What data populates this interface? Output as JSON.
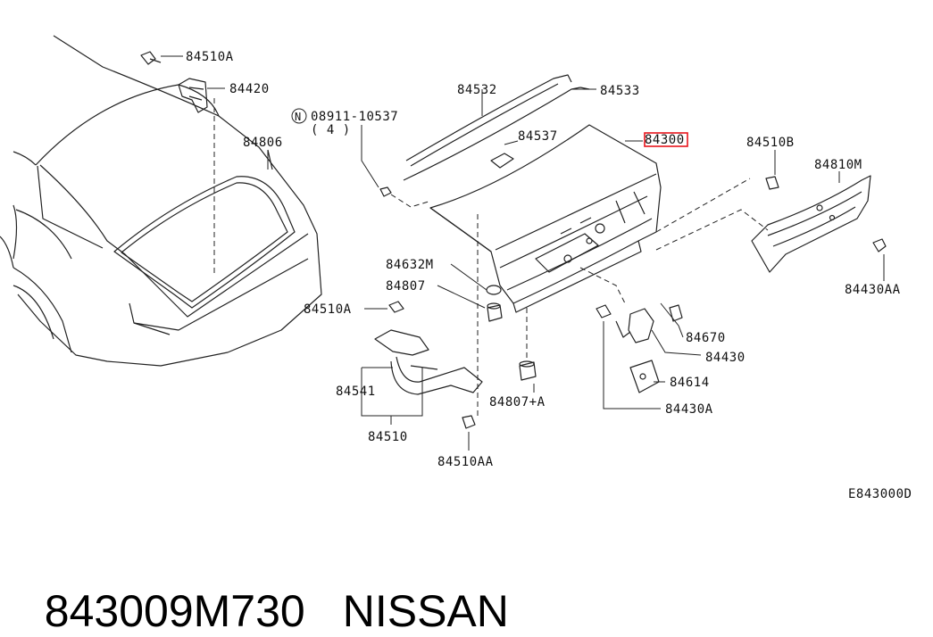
{
  "labels": {
    "l84510A_top": "84510A",
    "l84420": "84420",
    "l84532": "84532",
    "l84533": "84533",
    "lN": "N",
    "l08911": "08911-10537",
    "lqty": "( 4 )",
    "l84806": "84806",
    "l84537": "84537",
    "l84300": "84300",
    "l84510B": "84510B",
    "l84810M": "84810M",
    "l84430AA": "84430AA",
    "l84632M": "84632M",
    "l84807": "84807",
    "l84510A_mid": "84510A",
    "l84670": "84670",
    "l84430": "84430",
    "l84614": "84614",
    "l84541": "84541",
    "l84807A": "84807+A",
    "l84430A": "84430A",
    "l84510": "84510",
    "l84510AA": "84510AA",
    "lcode": "E843000D"
  },
  "footer": {
    "part_number": "843009M730",
    "brand": "NISSAN"
  },
  "colors": {
    "highlight": "#e8141c",
    "line": "#222222"
  }
}
